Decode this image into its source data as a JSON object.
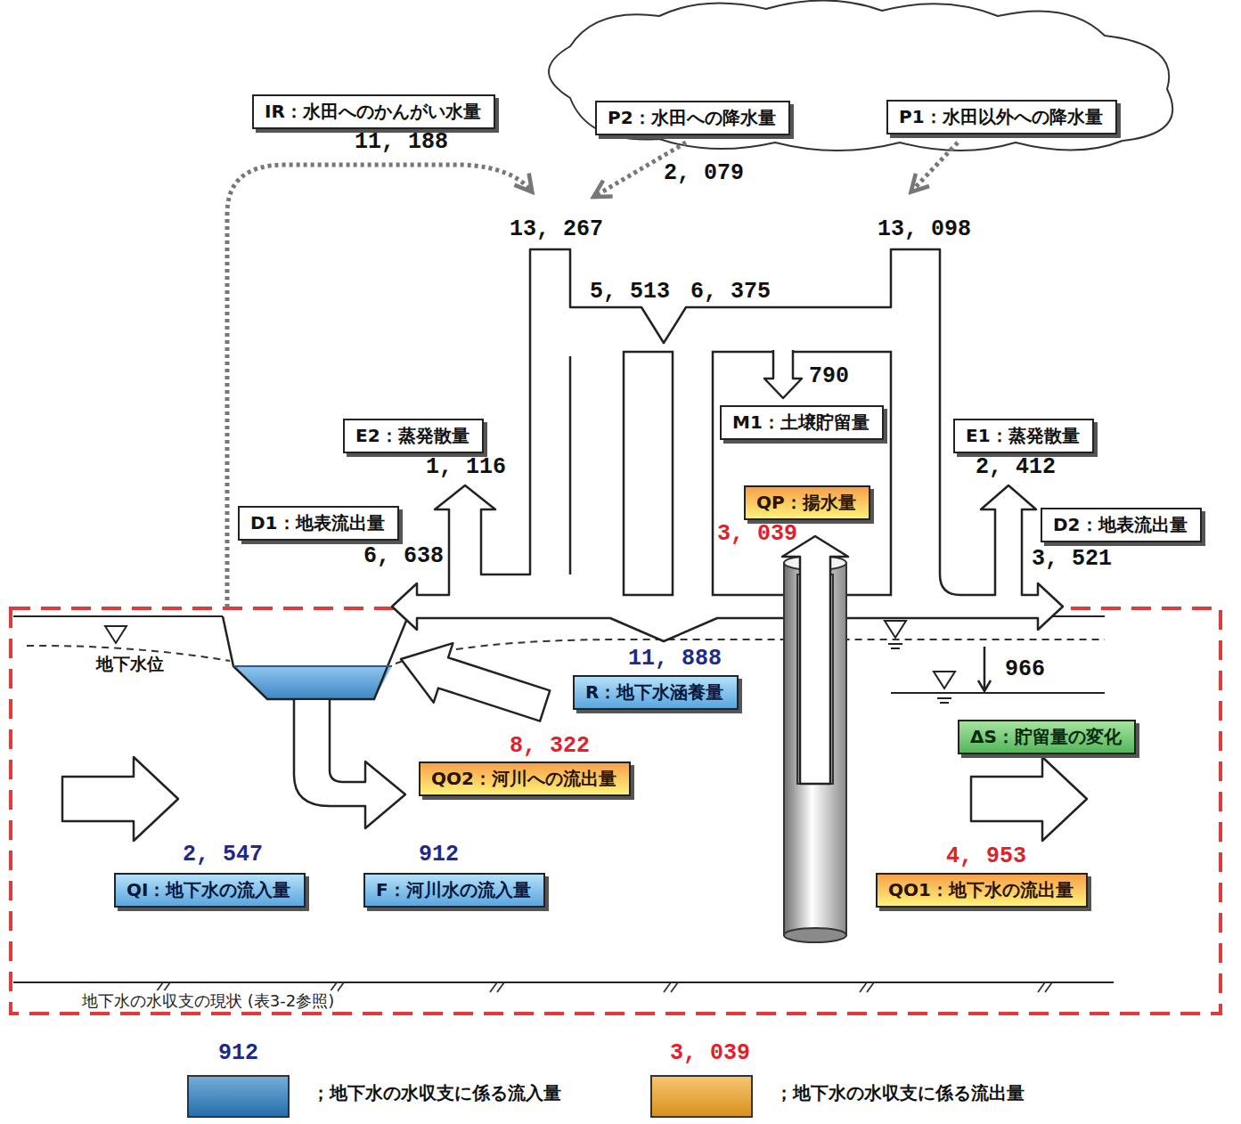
{
  "diagram": {
    "caption": "地下水の水収支の現状 (表3-2参照)",
    "nodes": [
      {
        "text": [
          "IR：水田へのかんがい水量"
        ]
      },
      {
        "text": [
          "P2：水田への降水量"
        ]
      },
      {
        "text": [
          "P1：水田以外への降水量"
        ]
      },
      {
        "text": [
          "M1：土壌貯留量"
        ]
      },
      {
        "text": [
          "E2：蒸発散量"
        ]
      },
      {
        "text": [
          "E1：蒸発散量"
        ]
      },
      {
        "text": [
          "QP：揚水量"
        ]
      },
      {
        "text": [
          "D1：地表流出量"
        ]
      },
      {
        "text": [
          "D2：地表流出量"
        ]
      },
      {
        "text": [
          "R：地下水涵養量"
        ]
      },
      {
        "text": [
          "ΔS：貯留量の変化"
        ]
      },
      {
        "text": [
          "QO2：河川への流出量"
        ]
      },
      {
        "text": [
          "QI：地下水の流入量"
        ]
      },
      {
        "text": [
          "F：河川水の流入量"
        ]
      },
      {
        "text": [
          "QO1：地下水の流出量"
        ]
      }
    ],
    "labels": [
      "11, 188",
      "2, 079",
      "13, 267",
      "13, 098",
      "5, 513",
      "6, 375",
      "790",
      "1, 116",
      "2, 412",
      "6, 638",
      "3, 039",
      "3, 521",
      "11, 888",
      "966",
      "8, 322",
      "2, 547",
      "912",
      "4, 953",
      "地下水位",
      "912",
      "3, 039"
    ],
    "legend": [
      {
        "text": "；地下水の水収支に係る流入量",
        "color": "#2b7fc4"
      },
      {
        "text": "；地下水の水収支に係る流出量",
        "color": "#f5a623"
      }
    ]
  }
}
